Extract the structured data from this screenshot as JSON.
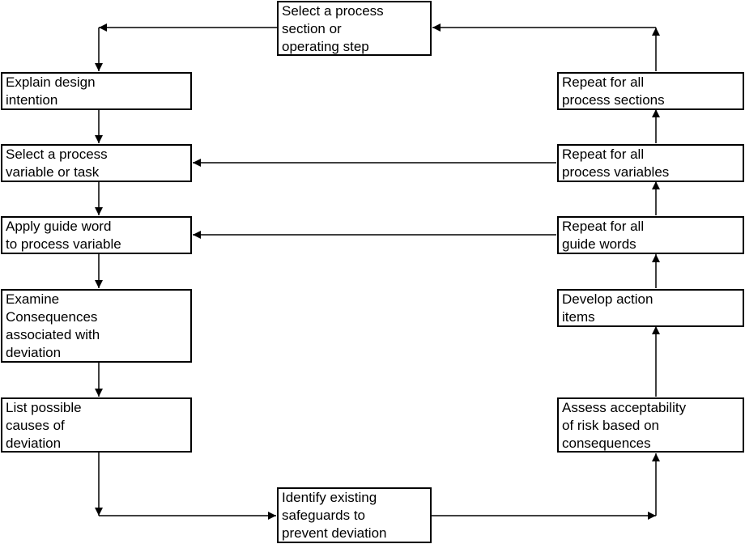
{
  "steps": {
    "select_section": [
      "Select a process",
      "section or",
      "operating step"
    ],
    "explain_design": [
      "Explain design",
      "intention"
    ],
    "select_variable": [
      "Select a process",
      "variable or task"
    ],
    "apply_guide_word": [
      "Apply guide word",
      "to process variable"
    ],
    "examine_consequences": [
      "Examine",
      "Consequences",
      "associated with",
      "deviation"
    ],
    "list_causes": [
      "List possible",
      "causes of",
      "deviation"
    ],
    "identify_safeguards": [
      "Identify existing",
      "safeguards to",
      "prevent deviation"
    ],
    "assess_risk": [
      "Assess acceptability",
      "of risk based on",
      "consequences"
    ],
    "develop_actions": [
      "Develop action",
      "items"
    ],
    "repeat_guide_words": [
      "Repeat for all",
      "guide words"
    ],
    "repeat_variables": [
      "Repeat for all",
      "process variables"
    ],
    "repeat_sections": [
      "Repeat for all",
      "process sections"
    ]
  },
  "colors": {
    "line": "#000000",
    "box_fill": "#ffffff",
    "text": "#000000"
  }
}
